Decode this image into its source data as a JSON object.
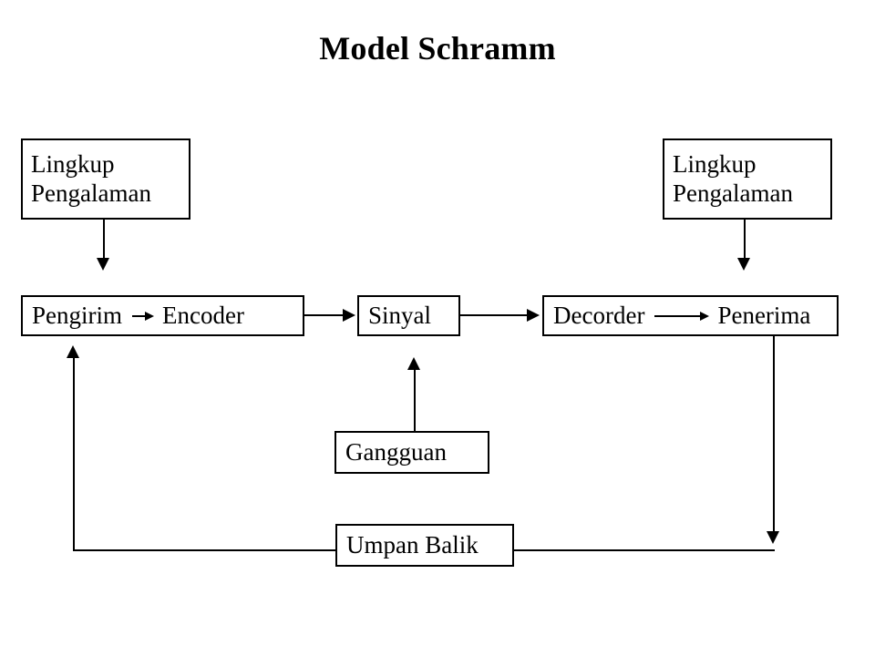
{
  "title": "Model Schramm",
  "nodes": {
    "scope_left": {
      "line1": "Lingkup",
      "line2": "Pengalaman"
    },
    "scope_right": {
      "line1": "Lingkup",
      "line2": "Pengalaman"
    },
    "sender": {
      "left": "Pengirim",
      "right": "Encoder"
    },
    "signal": {
      "label": "Sinyal"
    },
    "receiver": {
      "left": "Decorder",
      "right": "Penerima"
    },
    "noise": {
      "label": "Gangguan"
    },
    "feedback": {
      "label": "Umpan Balik"
    }
  },
  "colors": {
    "background": "#ffffff",
    "stroke": "#000000",
    "text": "#000000"
  }
}
